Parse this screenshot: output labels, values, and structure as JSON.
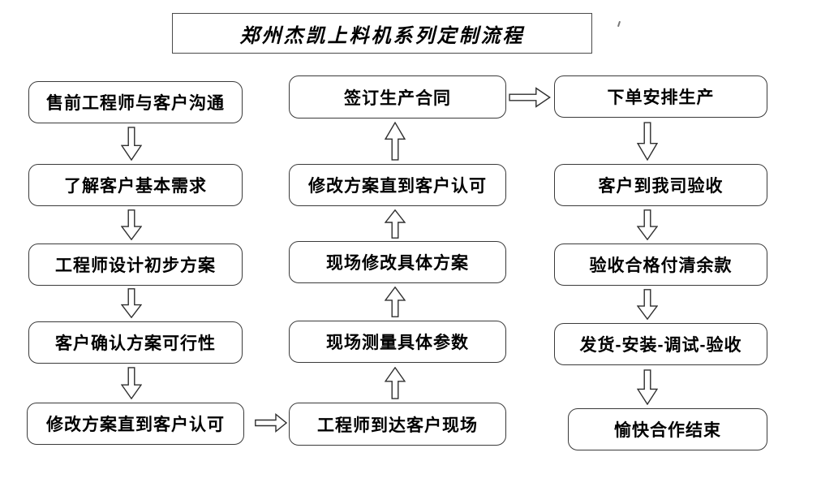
{
  "title": "郑州杰凯上料机系列定制流程",
  "columns": {
    "left": {
      "items": [
        "售前工程师与客户沟通",
        "了解客户基本需求",
        "工程师设计初步方案",
        "客户确认方案可行性",
        "修改方案直到客户认可"
      ]
    },
    "middle": {
      "items": [
        "签订生产合同",
        "修改方案直到客户认可",
        "现场修改具体方案",
        "现场测量具体参数",
        "工程师到达客户现场"
      ]
    },
    "right": {
      "items": [
        "下单安排生产",
        "客户到我司验收",
        "验收合格付清余款",
        "发货-安装-调试-验收",
        "愉快合作结束"
      ]
    }
  },
  "icons": {
    "down": "arrow-down",
    "up": "arrow-up",
    "right": "arrow-right"
  }
}
